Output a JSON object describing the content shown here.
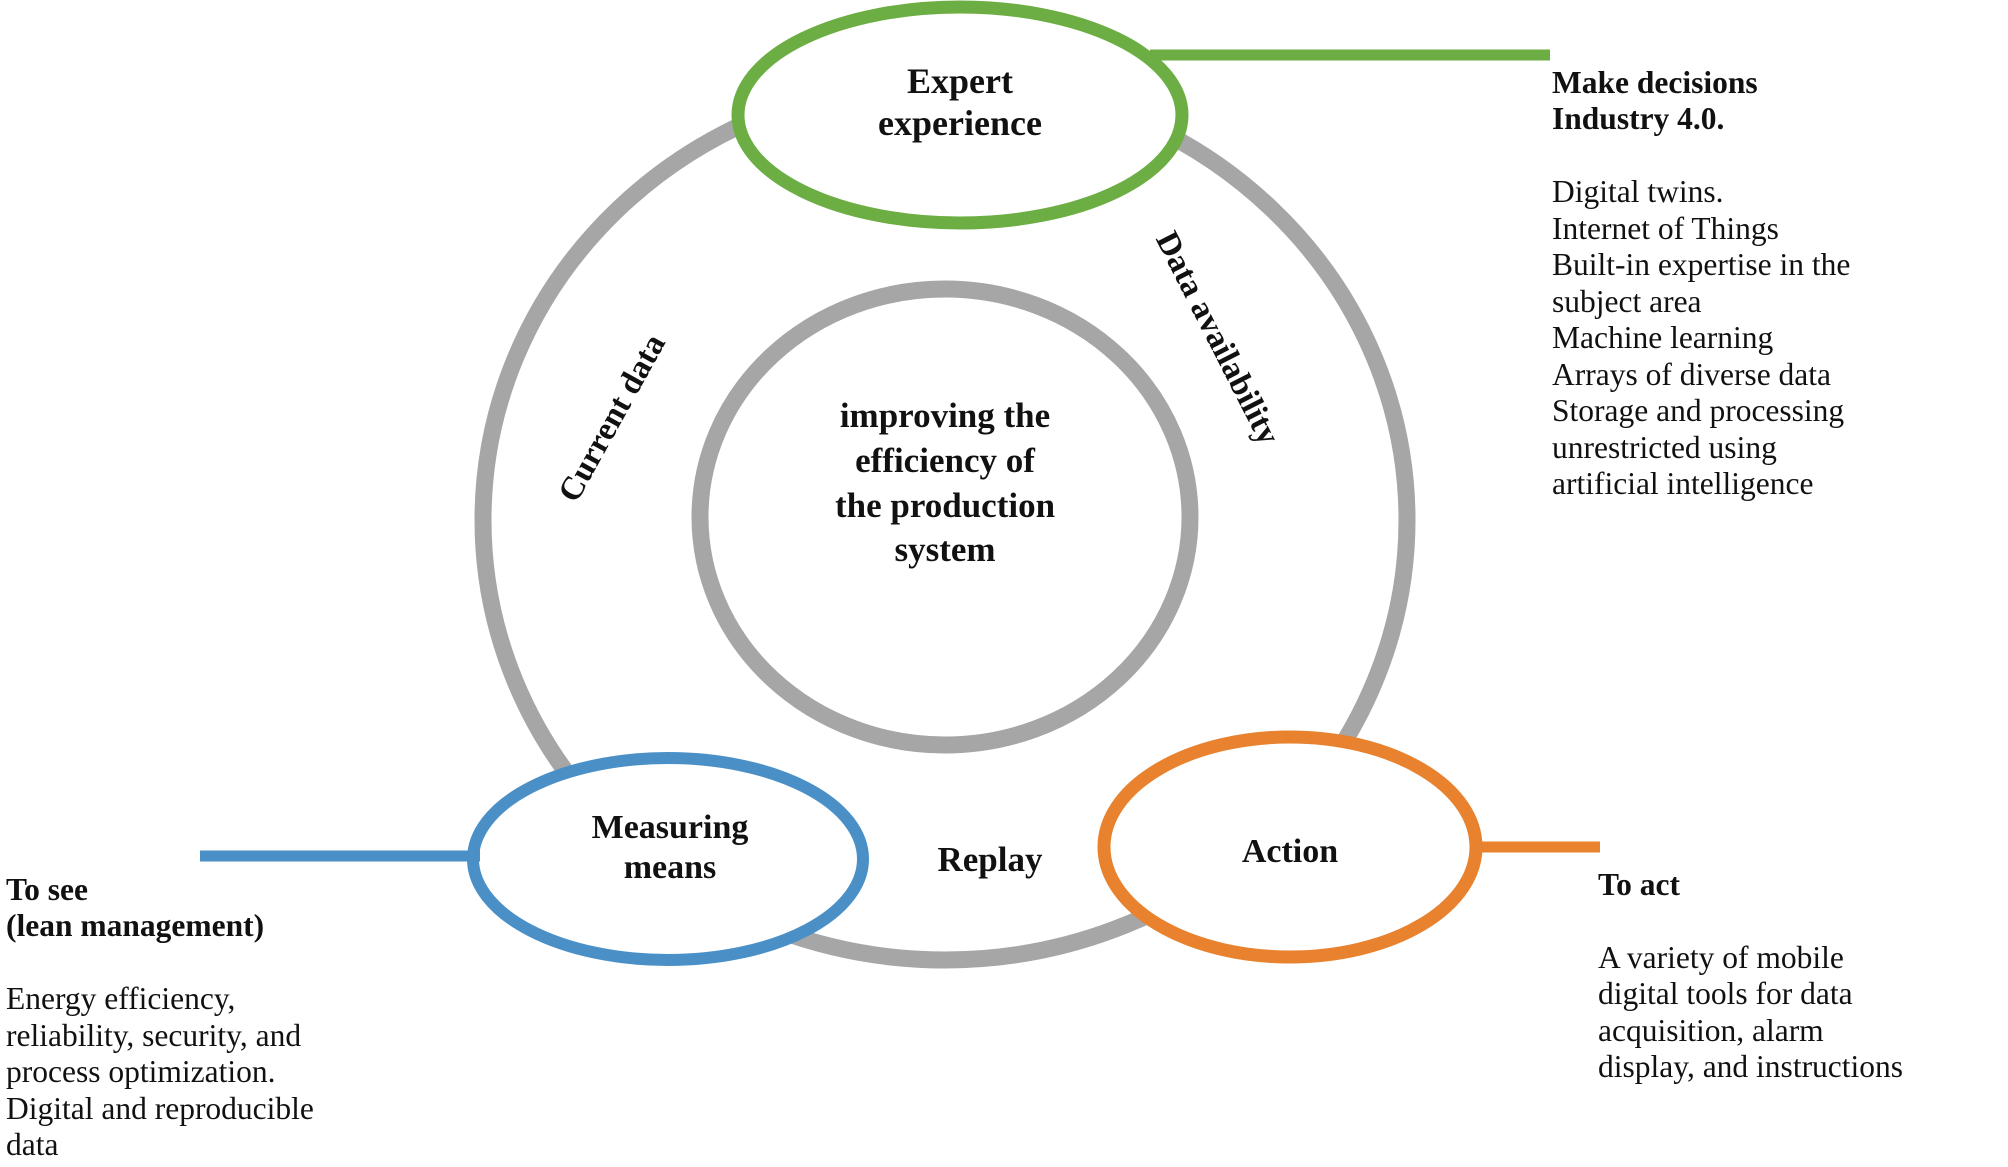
{
  "diagram": {
    "title_center": "improving the\nefficiency of\nthe production\nsystem",
    "replay_label": "Replay",
    "ring_labels": {
      "left": "Current data",
      "right": "Data availability"
    },
    "nodes": {
      "expert": "Expert\nexperience",
      "measuring": "Measuring\nmeans",
      "action": "Action"
    },
    "colors": {
      "green": "#6CAE43",
      "blue": "#4A90C7",
      "orange": "#E8822E",
      "gray": "#A6A6A6",
      "text": "#111111"
    }
  },
  "callouts": {
    "make_decisions": {
      "heading": "Make decisions\nIndustry 4.0.",
      "body": "Digital twins.\nInternet of Things\nBuilt-in expertise in the\nsubject area\nMachine learning\nArrays of diverse data\nStorage and processing\nunrestricted using\nartificial intelligence"
    },
    "to_see": {
      "heading": "To see\n(lean management)",
      "body": "Energy efficiency,\nreliability, security, and\nprocess optimization.\nDigital and reproducible\ndata"
    },
    "to_act": {
      "heading": "To act",
      "body": "A variety of mobile\ndigital tools for data\nacquisition, alarm\ndisplay, and instructions"
    }
  }
}
